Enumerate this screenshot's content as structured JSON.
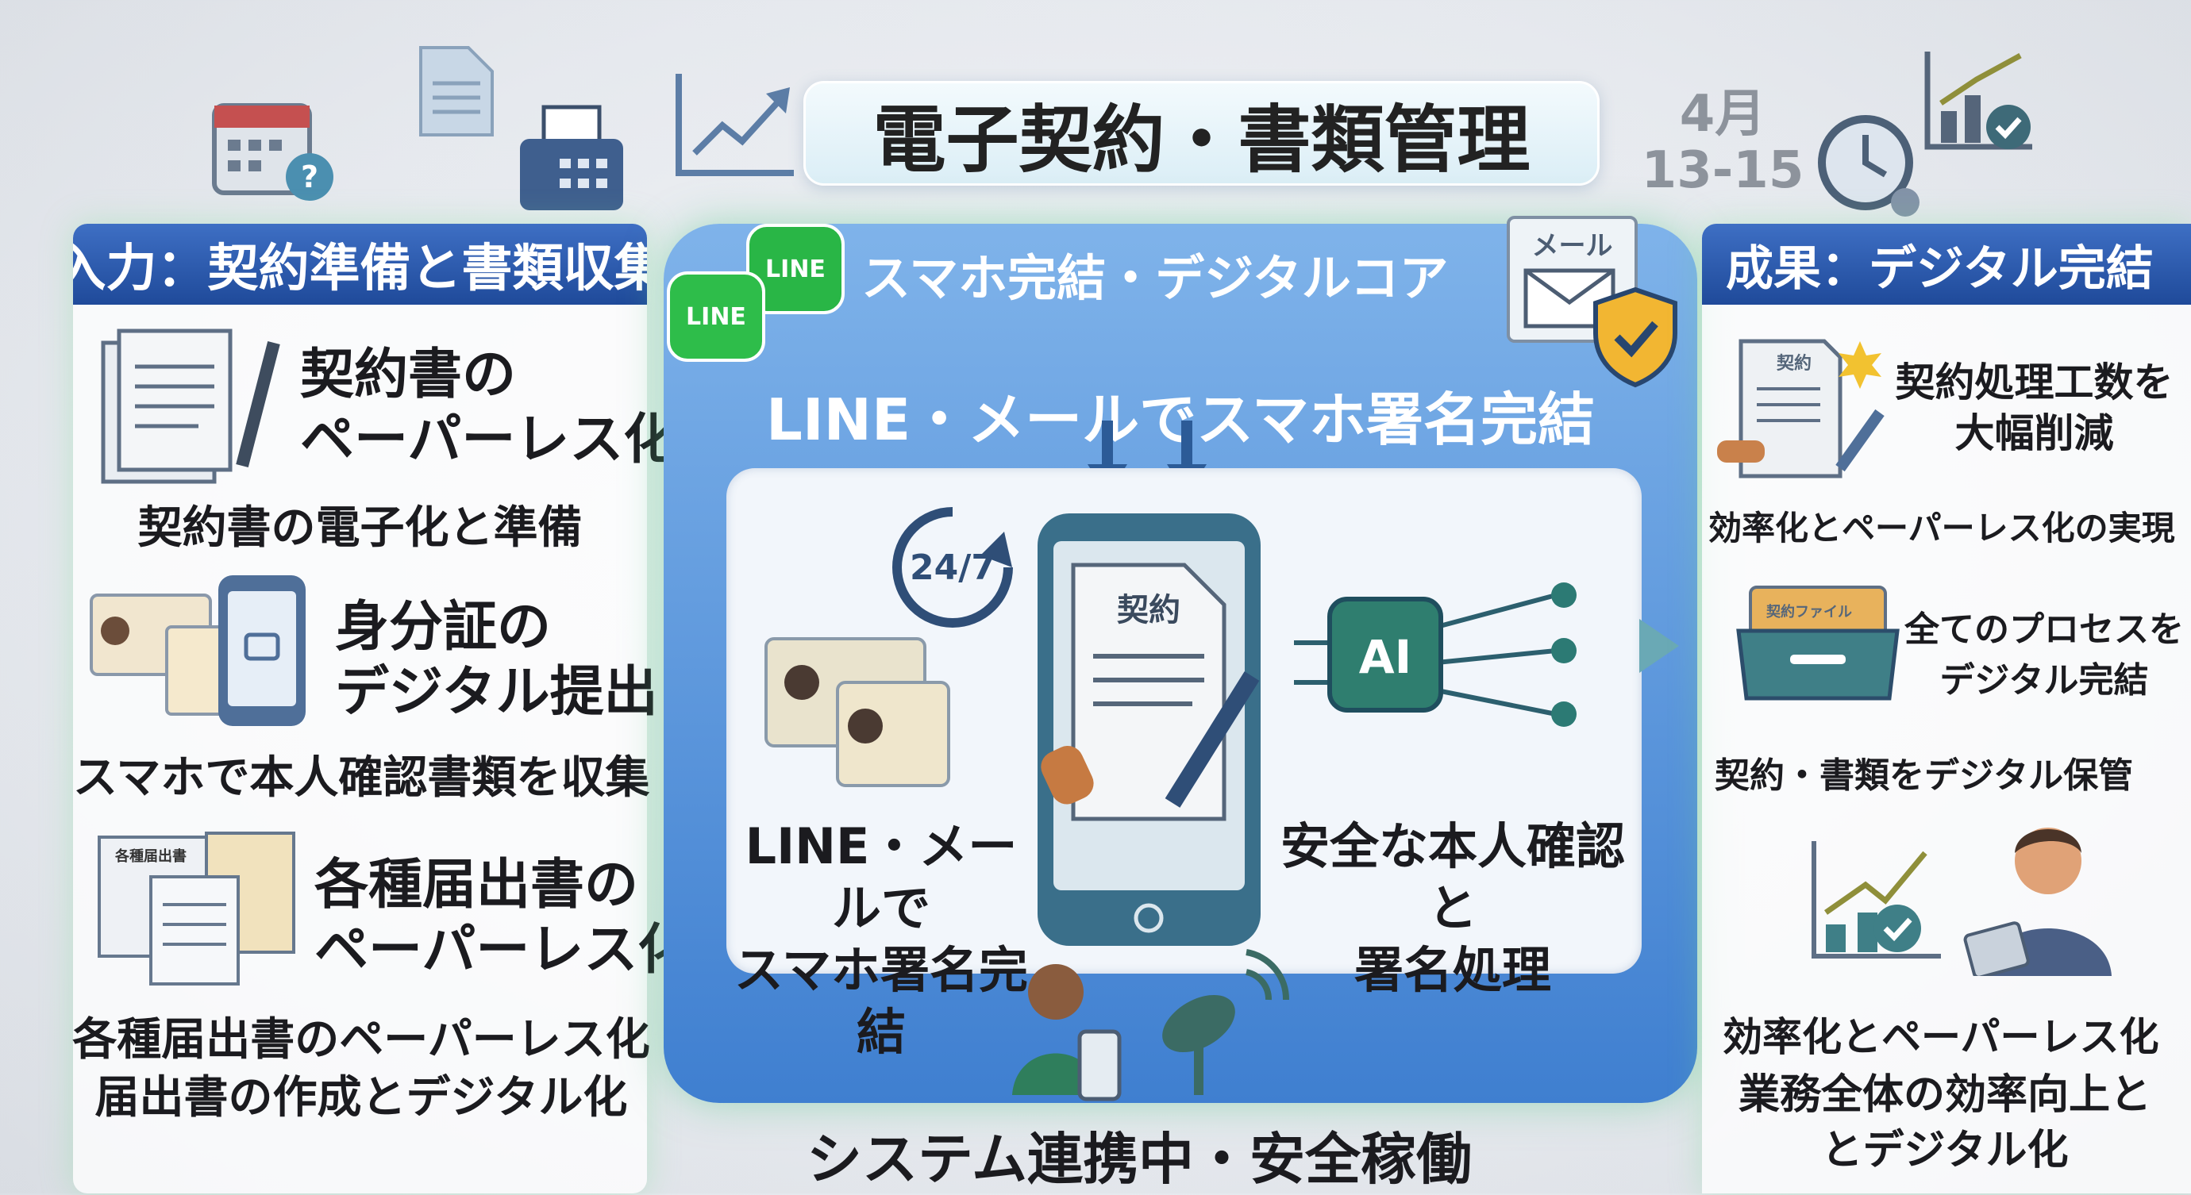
{
  "title": "電子契約・書類管理",
  "date": {
    "month": "4月",
    "range": "13-15"
  },
  "left_panel": {
    "header": "入力：契約準備と書類収集",
    "items": [
      {
        "heading": [
          "契約書の",
          "ペーパーレス化"
        ],
        "sub": [
          "契約書の電子化と準備"
        ]
      },
      {
        "heading": [
          "身分証の",
          "デジタル提出"
        ],
        "sub": [
          "スマホで本人確認書類を収集"
        ]
      },
      {
        "heading": [
          "各種届出書の",
          "ペーパーレス化"
        ],
        "sub": [
          "各種届出書のペーパーレス化",
          "届出書の作成とデジタル化"
        ]
      }
    ],
    "icon_labels": {
      "form": "各種届出書"
    }
  },
  "center_panel": {
    "header": "スマホ完結・デジタルコア",
    "line_badge": "LINE",
    "mail_label": "メール",
    "subtitle": "LINE・メールでスマホ署名完結",
    "clock_label": "24/7",
    "document_label": "契約",
    "ai_label": "AI",
    "left_caption": [
      "LINE・メールで",
      "スマホ署名完結"
    ],
    "right_caption": [
      "安全な本人確認と",
      "署名処理"
    ],
    "footer": "システム連携中・安全稼働"
  },
  "right_panel": {
    "header": "成果：デジタル完結",
    "items": [
      {
        "heading": [
          "契約処理工数を",
          "大幅削減"
        ],
        "sub": [
          "効率化とペーパーレス化の実現"
        ],
        "icon_label": "契約"
      },
      {
        "heading": [
          "全てのプロセスを",
          "デジタル完結"
        ],
        "sub": [
          "契約・書類をデジタル保管"
        ],
        "icon_label": "契約ファイル"
      },
      {
        "heading": [
          "効率化とペーパーレス化"
        ],
        "sub": [
          "業務全体の効率向上と",
          "とデジタル化"
        ]
      }
    ]
  },
  "colors": {
    "header_blue": "#2a58ab",
    "line_green": "#2ebd4a",
    "center_blue": "#4f8ad8"
  }
}
